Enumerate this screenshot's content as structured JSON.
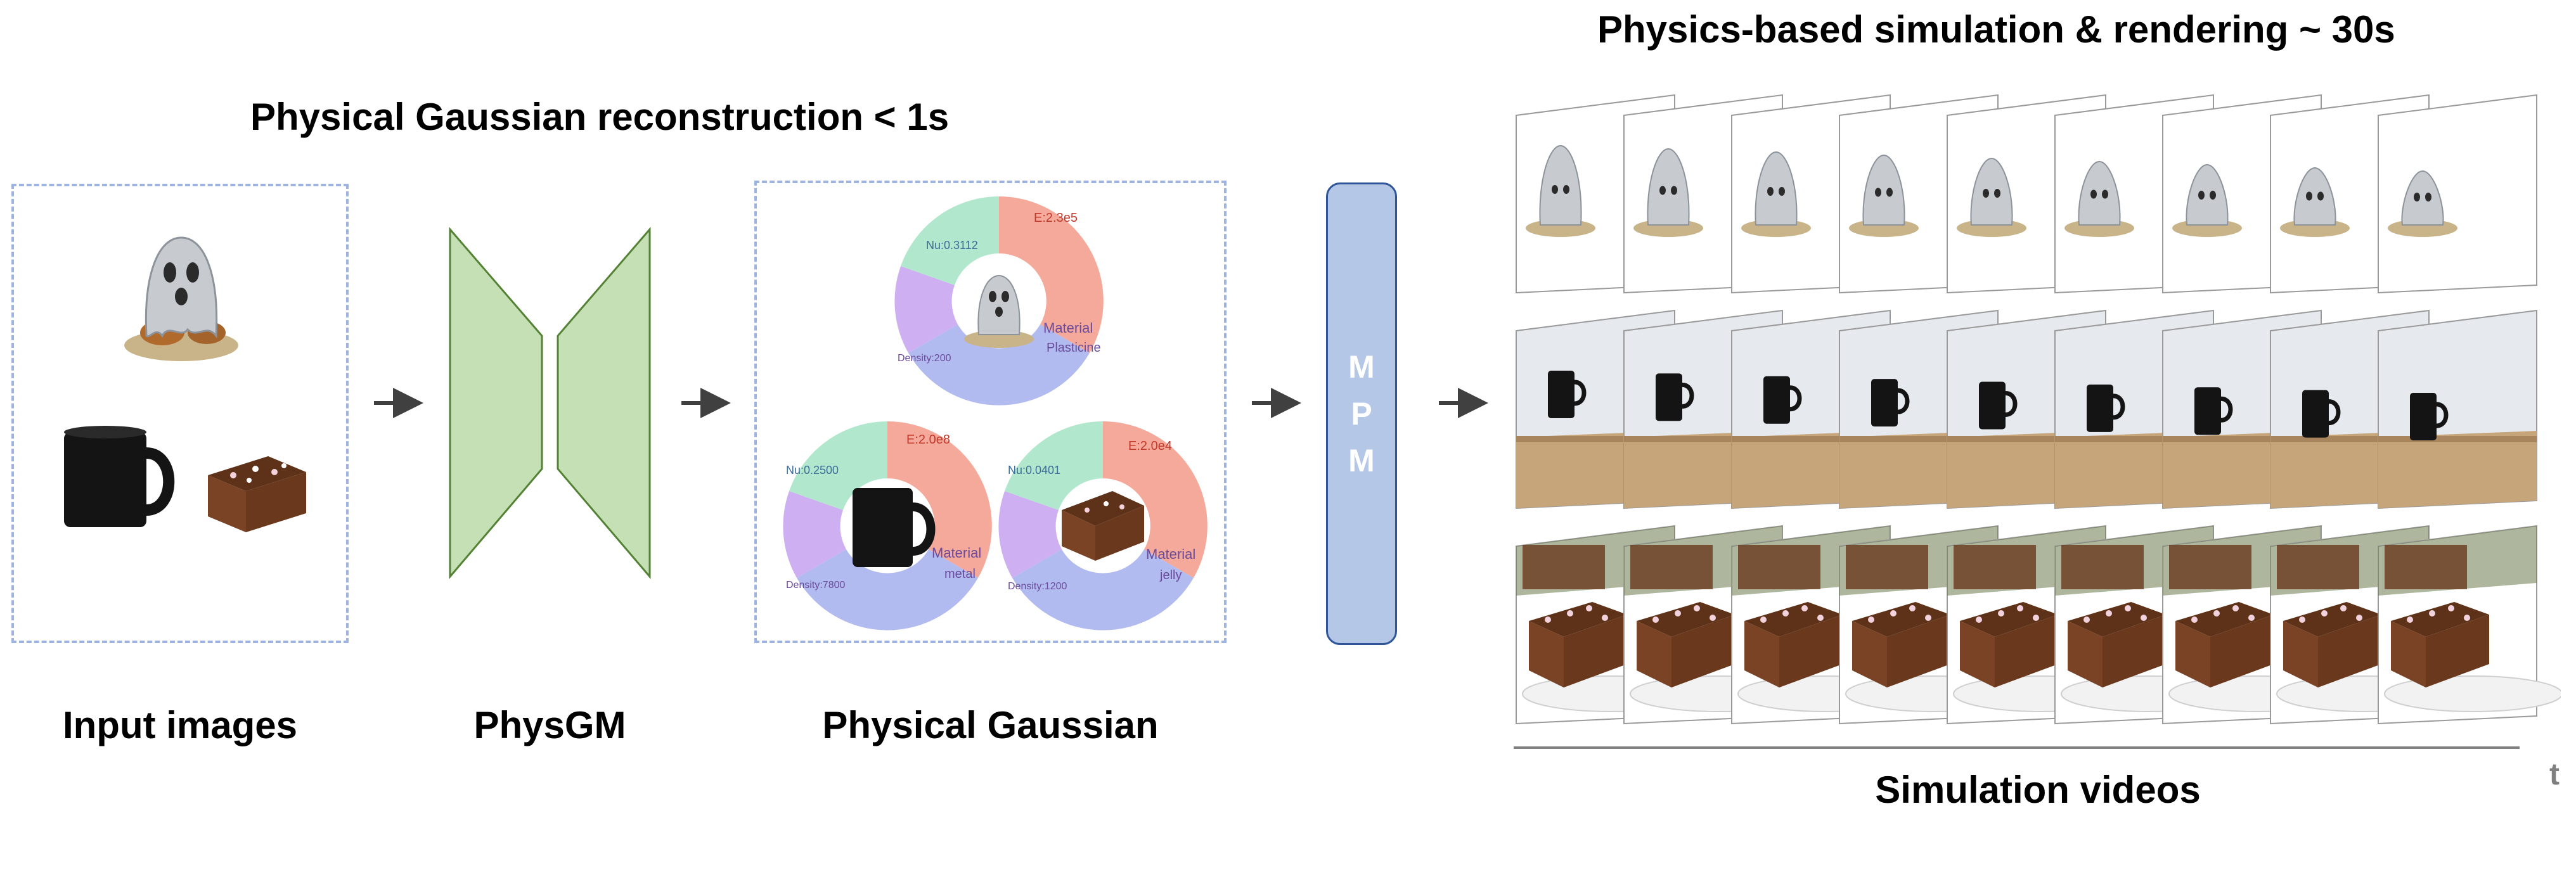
{
  "titles": {
    "reconstruction": "Physical  Gaussian reconstruction < 1s",
    "simulation": "Physics-based simulation & rendering  ~ 30s"
  },
  "labels": {
    "input_images": "Input images",
    "physgm": "PhysGM",
    "physical_gaussian": "Physical Gaussian",
    "simulation_videos": "Simulation videos",
    "time_axis": "t"
  },
  "mpm": {
    "letters": [
      "M",
      "P",
      "M"
    ]
  },
  "physical_gaussians": [
    {
      "object": "ghost",
      "e": "E:2.3e5",
      "nu": "Nu:0.3112",
      "density": "Density:200",
      "material": "Material",
      "material_type": "Plasticine"
    },
    {
      "object": "mug",
      "e": "E:2.0e8",
      "nu": "Nu:0.2500",
      "density": "Density:7800",
      "material": "Material",
      "material_type": "metal"
    },
    {
      "object": "cake",
      "e": "E:2.0e4",
      "nu": "Nu:0.0401",
      "density": "Density:1200",
      "material": "Material",
      "material_type": "jelly"
    }
  ],
  "simulation_rows": [
    {
      "object": "ghost",
      "frames": 9
    },
    {
      "object": "mug",
      "frames": 9
    },
    {
      "object": "cake",
      "frames": 9
    }
  ],
  "colors": {
    "dashed_border": "#9fb3e0",
    "trapezoid_fill": "#c5e0b4",
    "trapezoid_stroke": "#548235",
    "mpm_fill": "#b4c7e7",
    "mpm_stroke": "#2f5597",
    "arrow": "#404040",
    "ring_red": "#f4a08f",
    "ring_green": "#a8e6c8",
    "ring_purple": "#c9a6f0",
    "ring_blue": "#aab4ee"
  }
}
